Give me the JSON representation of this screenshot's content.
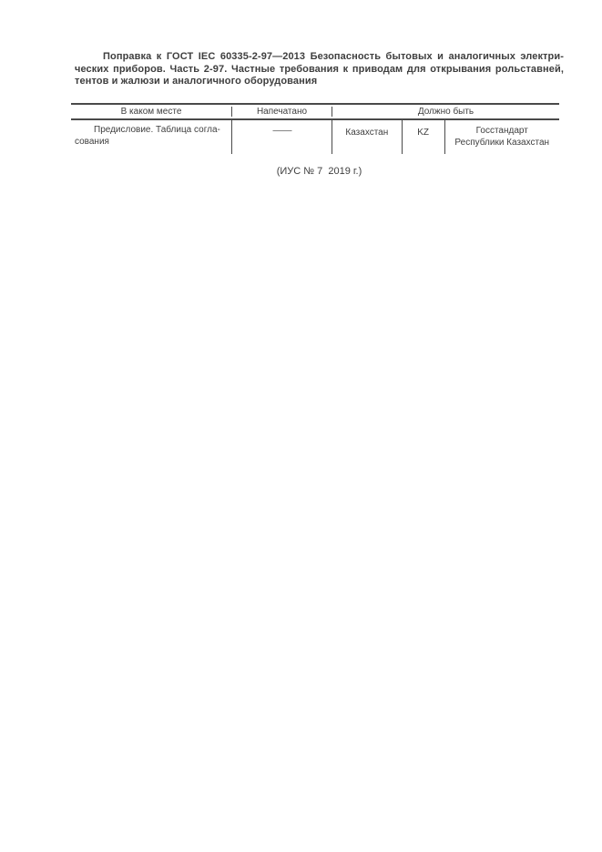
{
  "document": {
    "title_lines": [
      "Поправка к ГОСТ IEC 60335-2-97—2013 Безопасность бытовых и аналогичных электри-",
      "ческих приборов. Часть 2-97. Частные требования к приводам для открывания рольставней,",
      "тентов и жалюзи и аналогичного оборудования"
    ],
    "footnote": "(ИУС № 7  2019 г.)"
  },
  "table": {
    "headers": [
      "В каком месте",
      "Напечатано",
      "Должно быть"
    ],
    "row": {
      "location_lines": [
        "Предисловие. Таблица согла-",
        "сования"
      ],
      "printed": "—",
      "should_be": {
        "country": "Казахстан",
        "code": "KZ",
        "authority_lines": [
          "Госстандарт",
          "Республики Казахстан"
        ]
      }
    }
  },
  "colors": {
    "text": "#3e3e3e",
    "rule": "#4a4a4a",
    "background": "#ffffff"
  }
}
